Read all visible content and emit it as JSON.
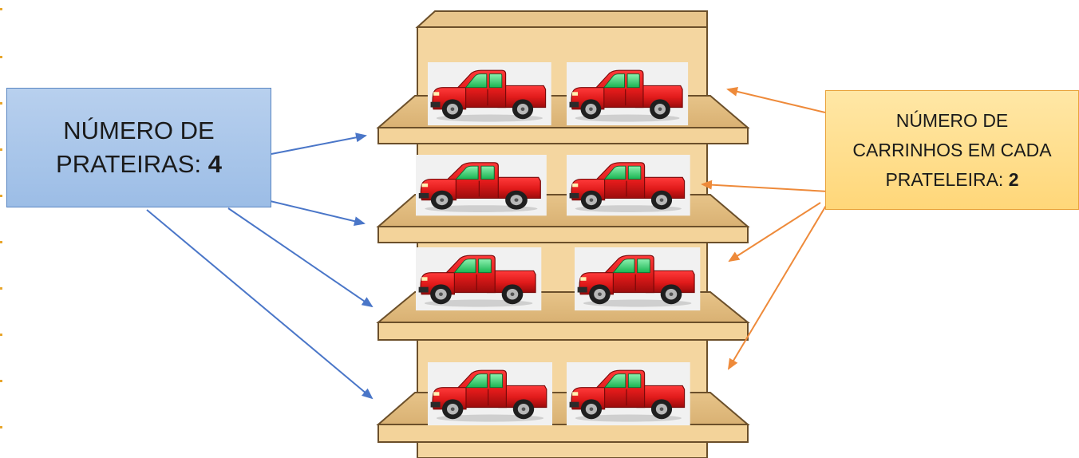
{
  "left_label": {
    "line1": "NÚMERO DE",
    "line2_prefix": "PRATEIRAS: ",
    "line2_value": "4"
  },
  "right_label": {
    "line1": "NÚMERO DE",
    "line2": "CARRINHOS EM CADA",
    "line3_prefix": "PRATELEIRA: ",
    "line3_value": "2"
  },
  "colors": {
    "shelf_wood": "#f3d39a",
    "shelf_edge": "#6b4f2a",
    "shelf_back": "#f0d29c",
    "car_red": "#e01a1a",
    "car_window": "#2fd06a",
    "left_arrow": "#4a76c8",
    "right_arrow": "#ee8a3a",
    "left_box": "#a7c5ea",
    "right_box": "#ffdc85"
  },
  "icons": {
    "car": "red-pickup-truck-icon"
  }
}
